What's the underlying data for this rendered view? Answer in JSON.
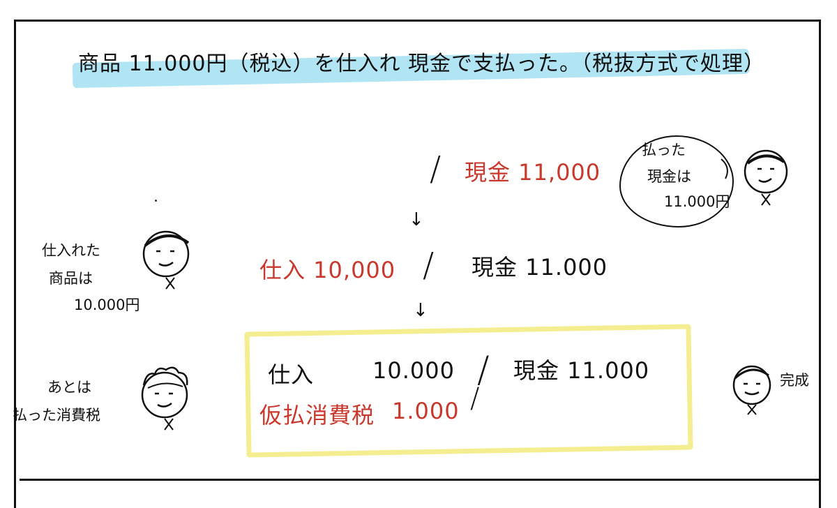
{
  "title": "商品 11.000円（税込）を仕入れ 現金で支払った。（税抜方式で処理）",
  "step1": {
    "credit": "現金 11,000"
  },
  "step2": {
    "debit": "仕入 10,000",
    "credit": "現金 11.000"
  },
  "step3": {
    "debit1_account": "仕入",
    "debit1_amount": "10.000",
    "debit2_account": "仮払消費税",
    "debit2_amount": "1.000",
    "credit": "現金 11.000"
  },
  "notes": {
    "paid_cash": [
      "払った",
      "現金は",
      "11.000円"
    ],
    "purchased_goods": [
      "仕入れた",
      "商品は",
      "10.000円"
    ],
    "remainder_tax": [
      "あとは",
      "払った消費税"
    ],
    "done": "完成"
  },
  "arrows": {
    "down": "↓"
  },
  "slash": "/",
  "colors": {
    "highlight": "#a9e2f3",
    "accent_red": "#c8382c",
    "box_yellow": "#f4ee91",
    "ink": "#111111"
  }
}
